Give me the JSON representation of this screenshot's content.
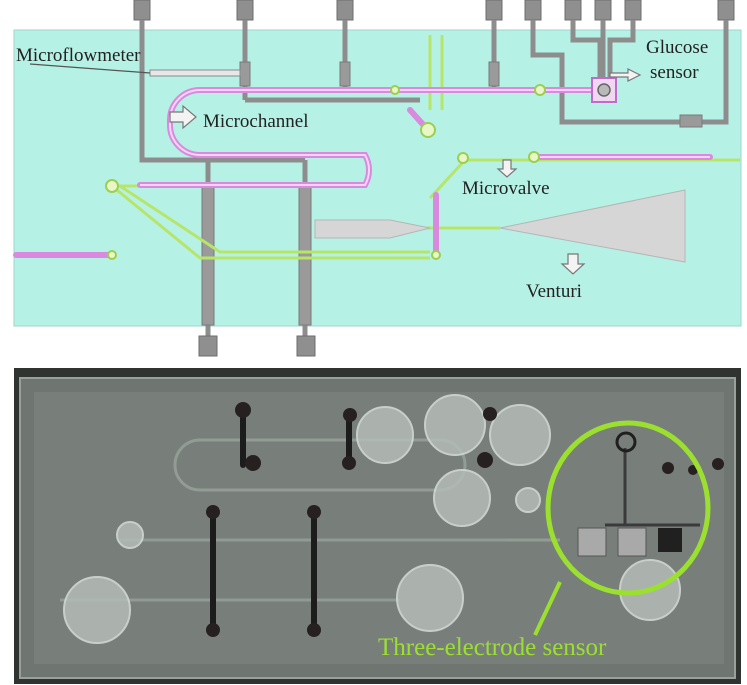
{
  "labels": {
    "microflowmeter": "Microflowmeter",
    "microchannel": "Microchannel",
    "glucose_line1": "Glucose",
    "glucose_line2": "sensor",
    "microvalve": "Microvalve",
    "venturi": "Venturi",
    "three_electrode": "Three-electrode sensor"
  },
  "colors": {
    "chip_background": "#b6f1e6",
    "channel_pink": "#d98adf",
    "electrode_gray": "#8d8d8d",
    "microvalve_green": "#b7e56a",
    "sensor_highlight": "#9be02f",
    "photo_background": "#2f3430"
  }
}
